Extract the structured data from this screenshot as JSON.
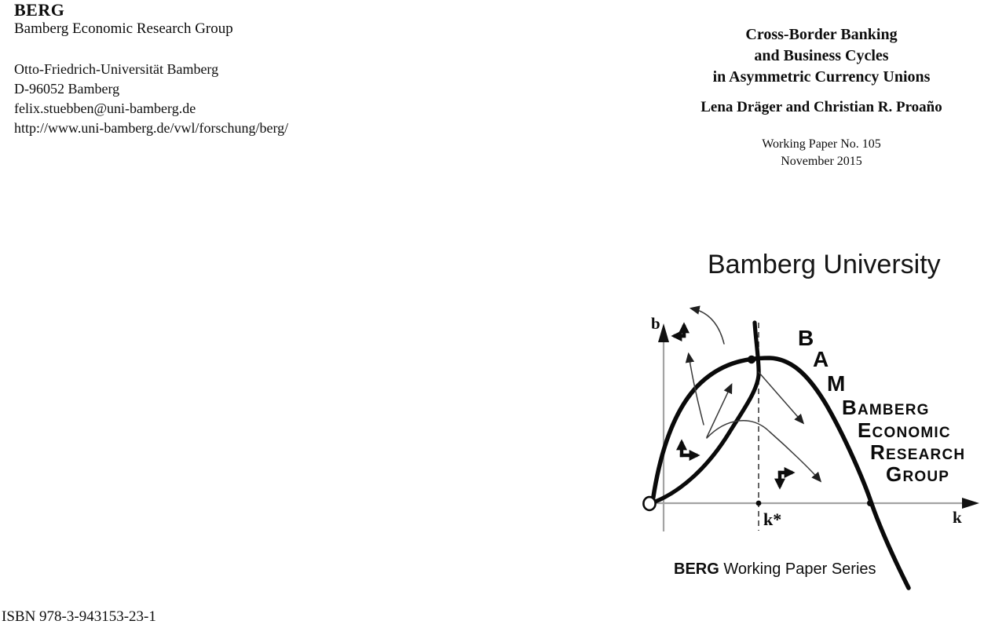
{
  "publisher": {
    "name": "BERG",
    "subtitle": "Bamberg Economic Research Group",
    "address_lines": [
      "Otto-Friedrich-Universität Bamberg",
      "D-96052 Bamberg",
      "felix.stuebben@uni-bamberg.de",
      "http://www.uni-bamberg.de/vwl/forschung/berg/"
    ]
  },
  "paper": {
    "title_lines": [
      "Cross-Border Banking",
      "and Business Cycles",
      "in Asymmetric Currency Unions"
    ],
    "authors": "Lena Dräger and Christian R. Proaño",
    "series_no": "Working Paper No. 105",
    "date": "November 2015"
  },
  "logo": {
    "university": "Bamberg University",
    "cascade_letters": [
      "B",
      "A",
      "M"
    ],
    "group_lines": [
      {
        "initial": "B",
        "rest": "AMBERG"
      },
      {
        "initial": "E",
        "rest": "CONOMIC"
      },
      {
        "initial": "R",
        "rest": "ESEARCH"
      },
      {
        "initial": "G",
        "rest": "ROUP"
      }
    ]
  },
  "figure": {
    "type": "phase-diagram",
    "y_axis_label": "b",
    "x_axis_label": "k",
    "steady_state_label": "k*",
    "colors": {
      "curve": "#0a0a0a",
      "axis": "#a3a3a3",
      "trajectory": "#3a3a3a"
    }
  },
  "footer": {
    "series_prefix": "BERG",
    "series_rest": " Working Paper Series",
    "isbn": "ISBN 978-3-943153-23-1"
  }
}
